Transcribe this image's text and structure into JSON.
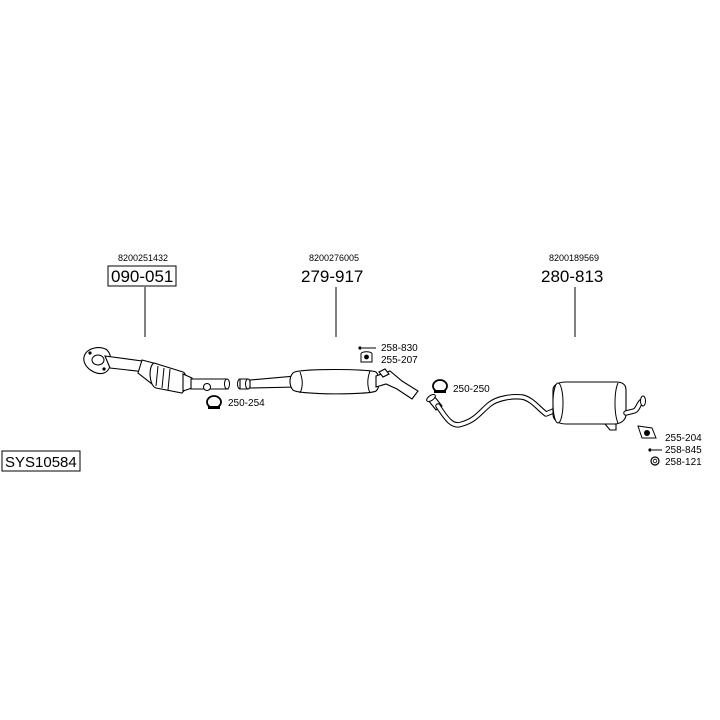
{
  "system_code": "SYS10584",
  "parts": [
    {
      "oem": "8200251432",
      "number": "090-051",
      "boxed": true
    },
    {
      "oem": "8200276005",
      "number": "279-917",
      "boxed": false
    },
    {
      "oem": "8200189569",
      "number": "280-813",
      "boxed": false
    }
  ],
  "fittings": {
    "clamp_front": "250-254",
    "bolt_mid": "258-830",
    "hanger_mid": "255-207",
    "clamp_mid": "250-250",
    "hanger_rear": "255-204",
    "bolt_rear": "258-845",
    "ring_rear": "258-121"
  }
}
